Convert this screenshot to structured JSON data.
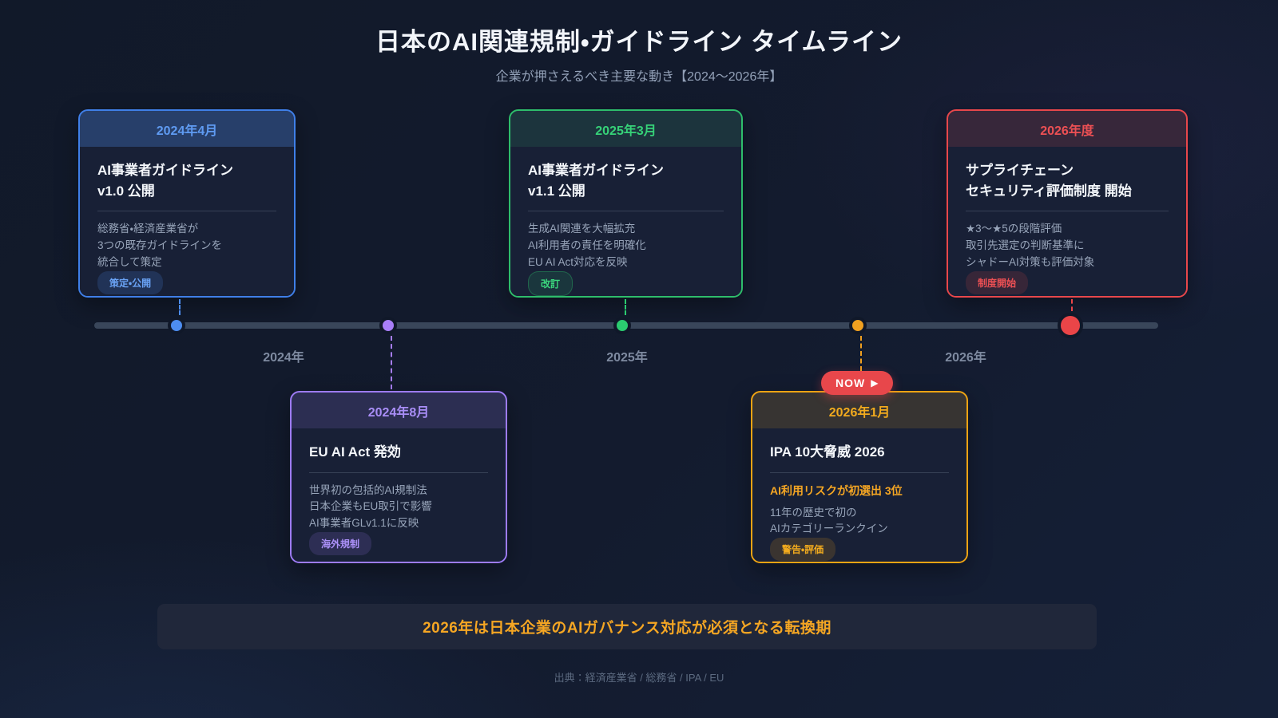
{
  "page": {
    "title": "日本のAI関連規制・ガイドライン タイムライン",
    "subtitle": "企業が押さえるべき主要な動き【2024〜2026年】",
    "banner": "2026年は日本企業のAIガバナンス対応が必須となる転換期",
    "footer": "出典：経済産業省 / 総務省 / IPA / EU"
  },
  "timeline": {
    "years": [
      "2024年",
      "2025年",
      "2026年"
    ],
    "now": {
      "label": "NOW",
      "icon": "▶"
    },
    "colors": {
      "blue": "#4d8df0",
      "purple": "#a87ef8",
      "green": "#2bcb70",
      "orange": "#f0a020",
      "red": "#e8474b",
      "bar": "#39465a",
      "banner_text": "#f5a623"
    }
  },
  "events": [
    {
      "id": "guidelines-v10",
      "accent": "#4d8df0",
      "side": "top",
      "date": "2024年4月",
      "title": "AI事業者ガイドライン\nv1.0 公開",
      "body": "総務省・経済産業省が\n3つの既存ガイドラインを\n統合して策定",
      "badge": "策定・公開"
    },
    {
      "id": "eu-ai-act",
      "accent": "#a87ef8",
      "side": "bottom",
      "date": "2024年8月",
      "title": "EU AI Act 発効",
      "body": "世界初の包括的AI規制法\n日本企業もEU取引で影響\nAI事業者GLv1.1に反映",
      "badge": "海外規制"
    },
    {
      "id": "guidelines-v11",
      "accent": "#2bcb70",
      "side": "top",
      "date": "2025年3月",
      "title": "AI事業者ガイドライン\nv1.1 公開",
      "body": "生成AI関連を大幅拡充\nAI利用者の責任を明確化\nEU AI Act対応を反映",
      "badge": "改訂"
    },
    {
      "id": "ipa-threats",
      "accent": "#f0a020",
      "side": "bottom",
      "date": "2026年1月",
      "title": "IPA 10大脅威 2026",
      "highlight": "AI利用リスクが初選出 3位",
      "body": "11年の歴史で初の\nAIカテゴリーランクイン",
      "badge": "警告・評価"
    },
    {
      "id": "supply-chain",
      "accent": "#e8474b",
      "side": "top",
      "date": "2026年度",
      "title": "サプライチェーン\nセキュリティ評価制度 開始",
      "body": "★3〜★5の段階評価\n取引先選定の判断基準に\nシャドーAI対策も評価対象",
      "badge": "制度開始"
    }
  ]
}
